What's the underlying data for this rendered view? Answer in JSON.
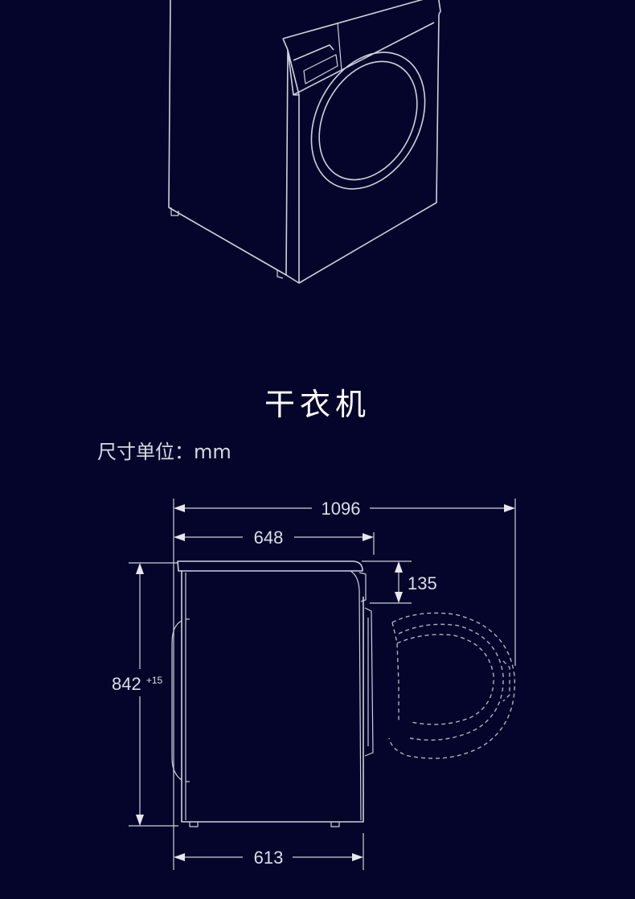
{
  "title": "干衣机",
  "unit_label": "尺寸单位：mm",
  "dimensions": {
    "total_depth_door_open": "1096",
    "top_depth": "648",
    "control_panel_height": "135",
    "height": "842",
    "height_tolerance": "+15",
    "body_depth": "613"
  },
  "colors": {
    "background": "#05052b",
    "line": "#cfd0dc"
  }
}
